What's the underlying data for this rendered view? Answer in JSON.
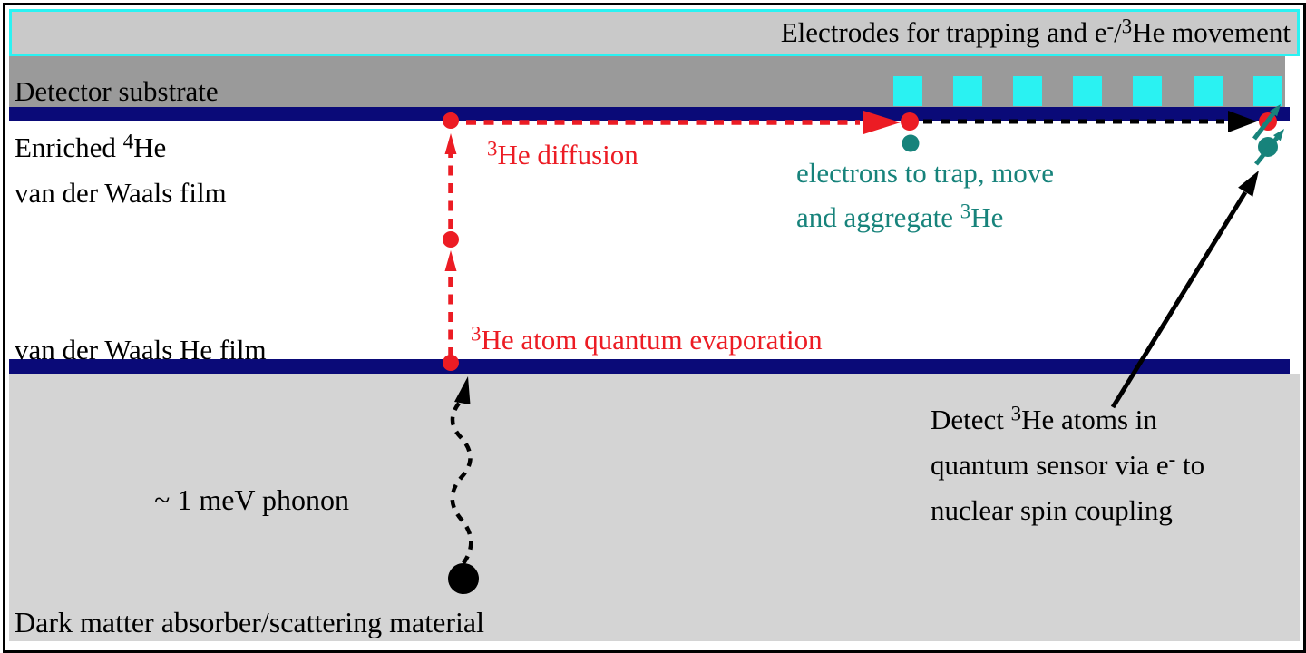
{
  "colors": {
    "red": "#ec1c24",
    "teal": "#17837b",
    "navy": "#0a0a78",
    "cyan": "#2af2f2",
    "bar_gray": "#c9c9c9",
    "substrate_gray": "#9a9a9a",
    "absorber_gray": "#d4d4d4"
  },
  "electrode_bar": {
    "label_pre": "Electrodes for trapping and e",
    "sup_minus": "-",
    "slash": "/",
    "sup_three": "3",
    "label_post": "He movement"
  },
  "substrate": {
    "label": "Detector substrate"
  },
  "film4he": {
    "line1_pre": "Enriched ",
    "sup": "4",
    "line1_post": "He",
    "line2": "van der Waals film"
  },
  "diffusion": {
    "sup": "3",
    "label": "He diffusion"
  },
  "electrons": {
    "line1": "electrons to trap, move",
    "line2_pre": "and aggregate ",
    "sup": "3",
    "line2_post": "He"
  },
  "evaporation": {
    "sup": "3",
    "label": "He atom quantum evaporation"
  },
  "vdw_film": {
    "label": "van der Waals He film"
  },
  "phonon": {
    "label": "~ 1 meV phonon"
  },
  "detect": {
    "line1_pre": "Detect ",
    "sup_three": "3",
    "line1_post": "He atoms in",
    "line2_pre": "quantum sensor via e",
    "sup_minus": "-",
    "line2_post": " to",
    "line3": "nuclear spin coupling"
  },
  "absorber": {
    "label": "Dark matter absorber/scattering material"
  }
}
